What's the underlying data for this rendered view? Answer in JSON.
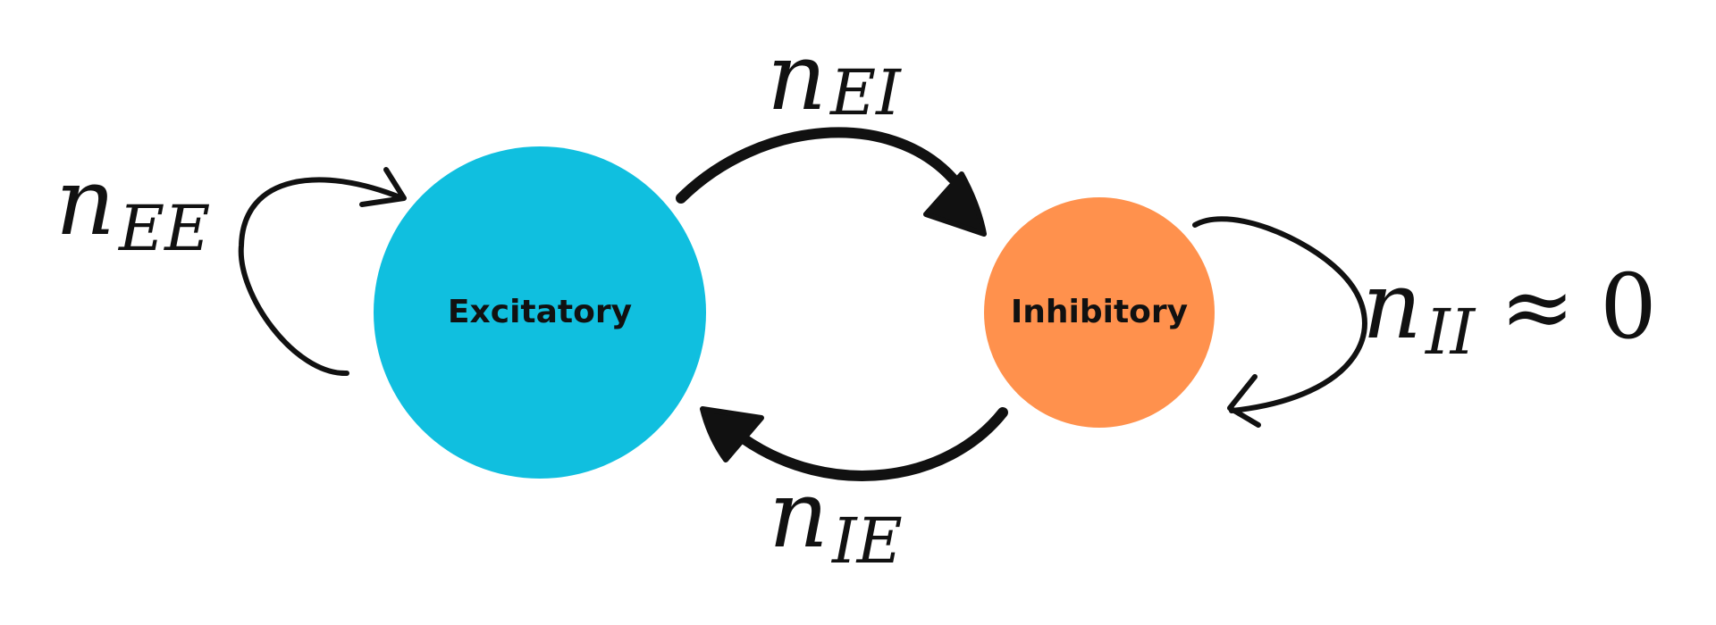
{
  "nodes": {
    "excitatory": {
      "label": "Excitatory",
      "color": "#10BFDF"
    },
    "inhibitory": {
      "label": "Inhibitory",
      "color": "#FF914D"
    }
  },
  "edges": {
    "ee": {
      "symbol": "n",
      "subscript": "EE"
    },
    "ei": {
      "symbol": "n",
      "subscript": "EI"
    },
    "ie": {
      "symbol": "n",
      "subscript": "IE"
    },
    "ii": {
      "symbol": "n",
      "subscript": "II",
      "relation": "≈",
      "value": "0"
    }
  }
}
